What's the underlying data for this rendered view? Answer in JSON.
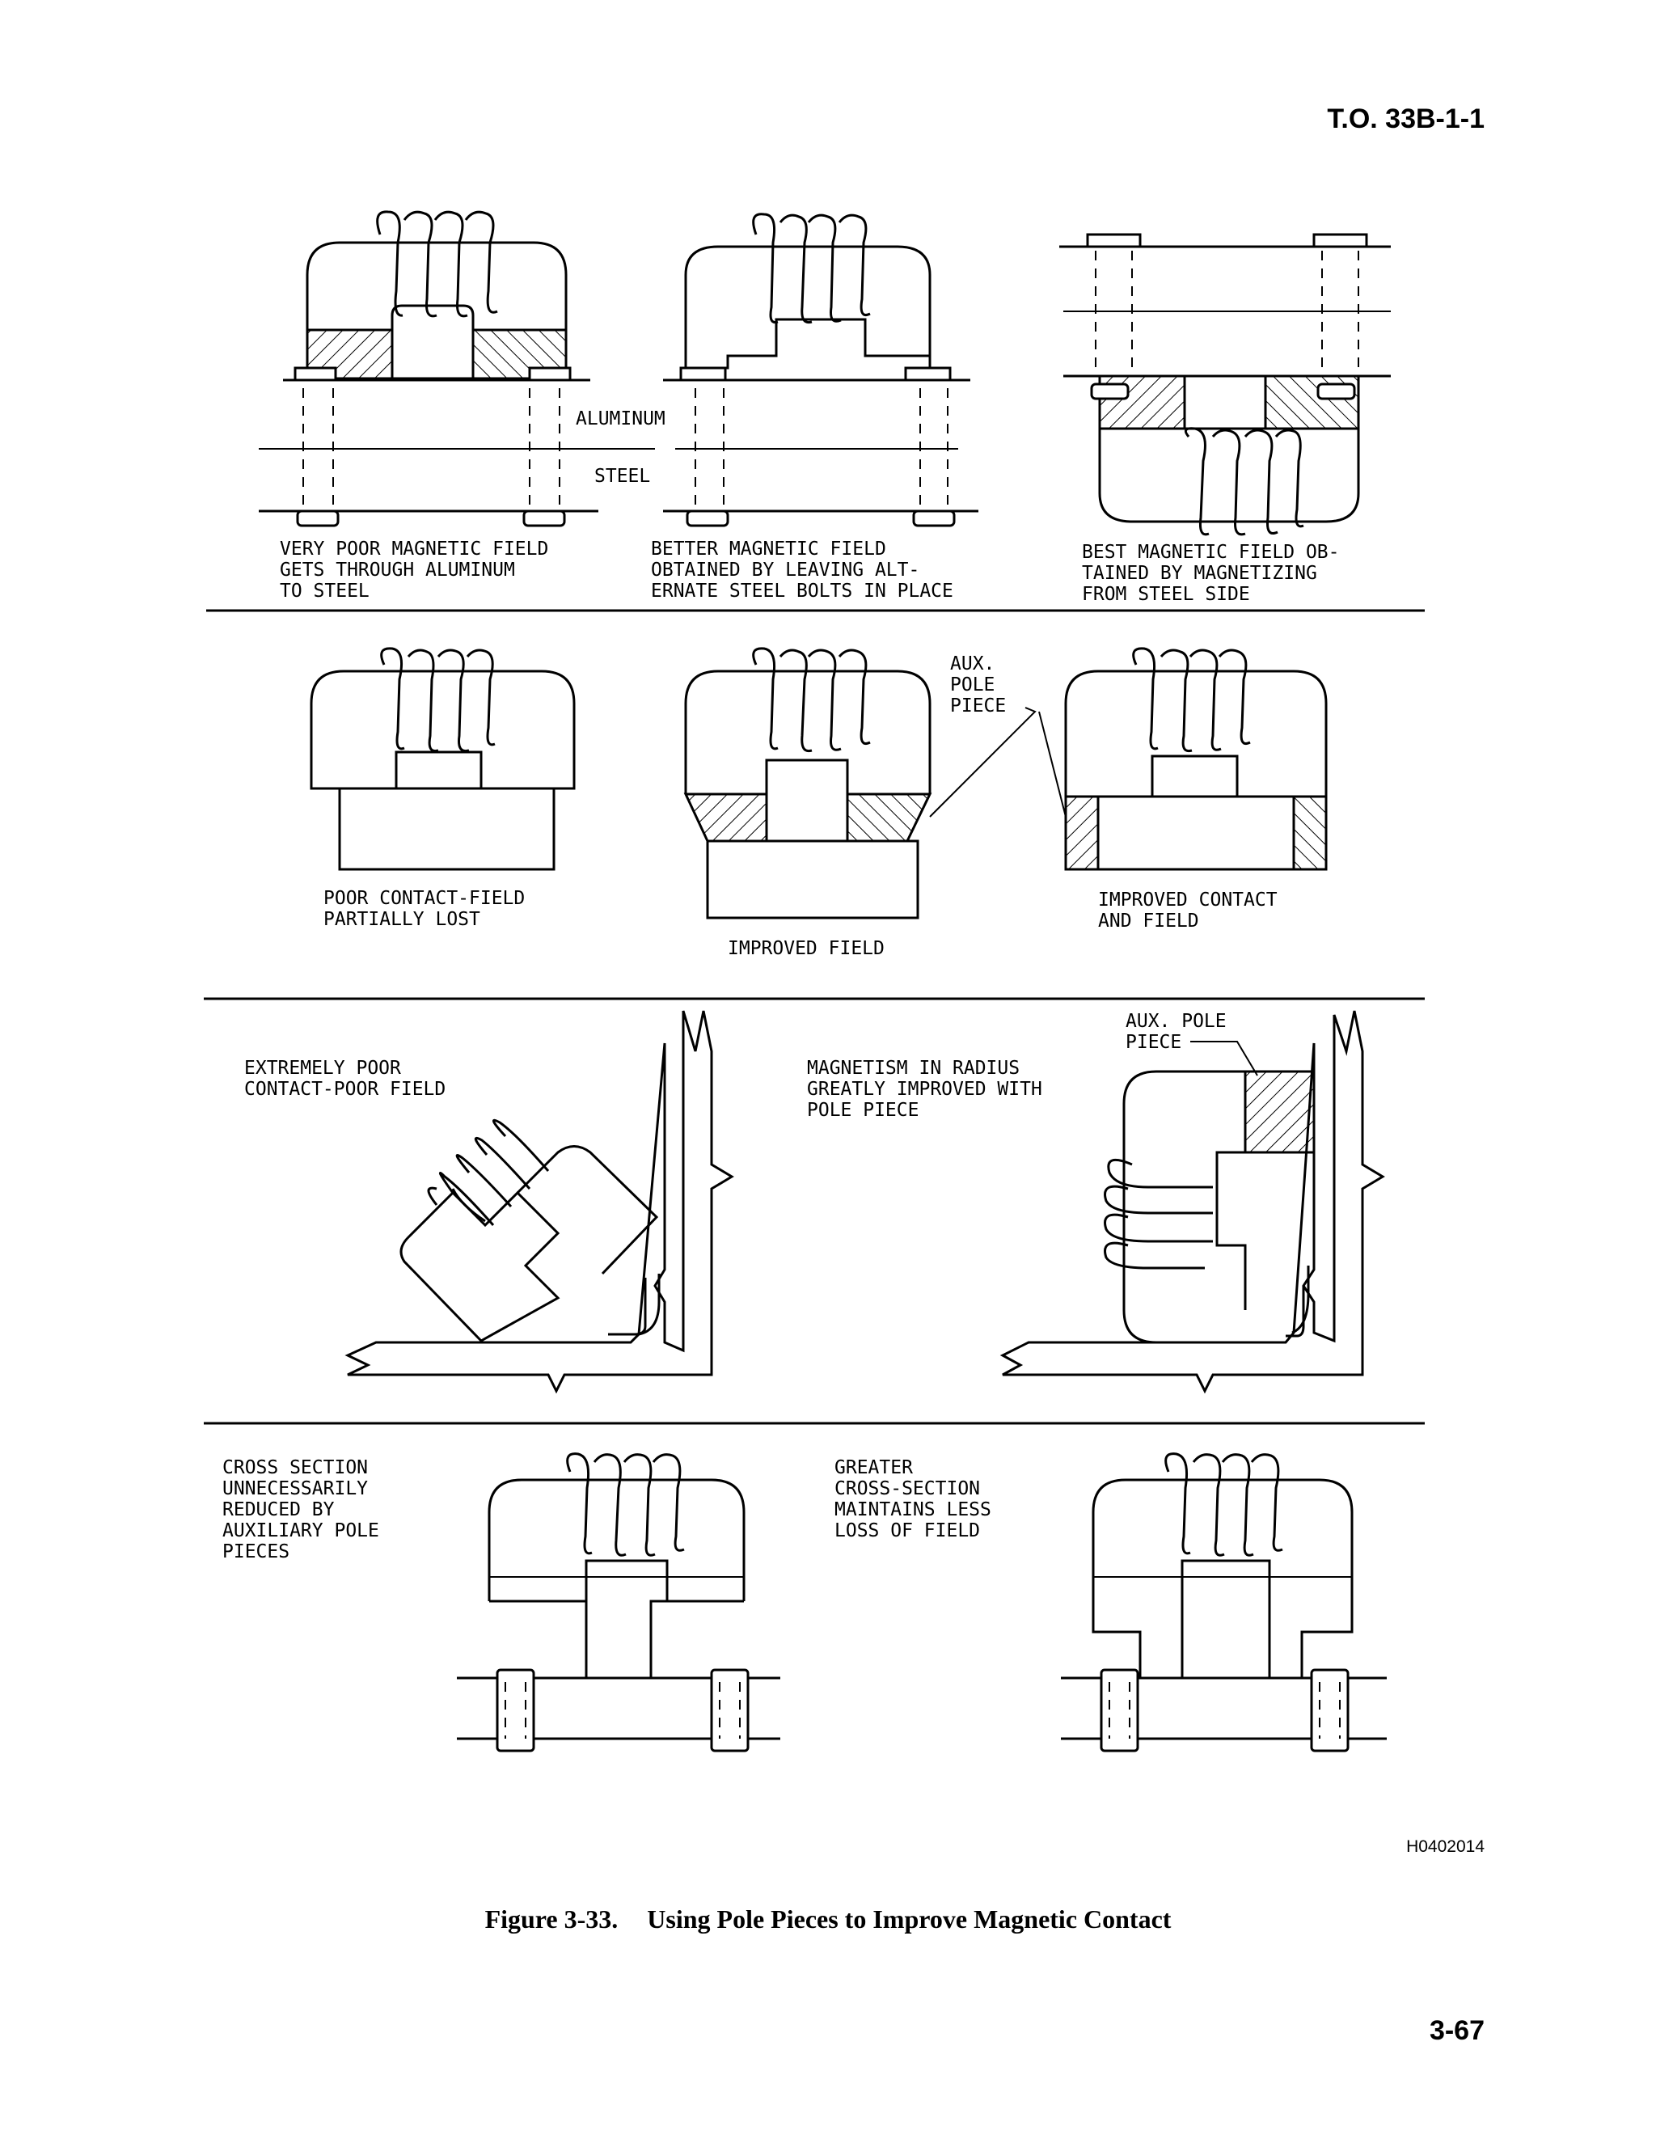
{
  "header": {
    "doc_number": "T.O. 33B-1-1"
  },
  "footer": {
    "page_number": "3-67",
    "drawing_id": "H0402014"
  },
  "figure": {
    "number": "Figure 3-33.",
    "title": "Using Pole Pieces to Improve Magnetic Contact"
  },
  "row1": {
    "label_aluminum": "ALUMINUM",
    "label_steel": "STEEL",
    "caption_left": [
      "VERY POOR MAGNETIC FIELD",
      "GETS THROUGH ALUMINUM",
      "TO STEEL"
    ],
    "caption_middle": [
      "BETTER MAGNETIC FIELD",
      "OBTAINED BY LEAVING ALT-",
      "ERNATE STEEL BOLTS IN PLACE"
    ],
    "caption_right": [
      "BEST MAGNETIC FIELD OB-",
      "TAINED BY MAGNETIZING",
      "FROM STEEL SIDE"
    ]
  },
  "row2": {
    "aux_label": [
      "AUX.",
      "POLE",
      "PIECE"
    ],
    "caption_left": [
      "POOR CONTACT-FIELD",
      "PARTIALLY LOST"
    ],
    "caption_middle": [
      "IMPROVED FIELD"
    ],
    "caption_right": [
      "IMPROVED CONTACT",
      "AND FIELD"
    ]
  },
  "row3": {
    "caption_left": [
      "EXTREMELY POOR",
      "CONTACT-POOR FIELD"
    ],
    "caption_right": [
      "MAGNETISM IN RADIUS",
      "GREATLY IMPROVED WITH",
      "POLE PIECE"
    ],
    "aux_label": [
      "AUX. POLE",
      "PIECE"
    ]
  },
  "row4": {
    "caption_left": [
      "CROSS SECTION",
      "UNNECESSARILY",
      "REDUCED BY",
      "AUXILIARY POLE",
      "PIECES"
    ],
    "caption_right": [
      "GREATER",
      "CROSS-SECTION",
      "MAINTAINS LESS",
      "LOSS OF FIELD"
    ]
  }
}
